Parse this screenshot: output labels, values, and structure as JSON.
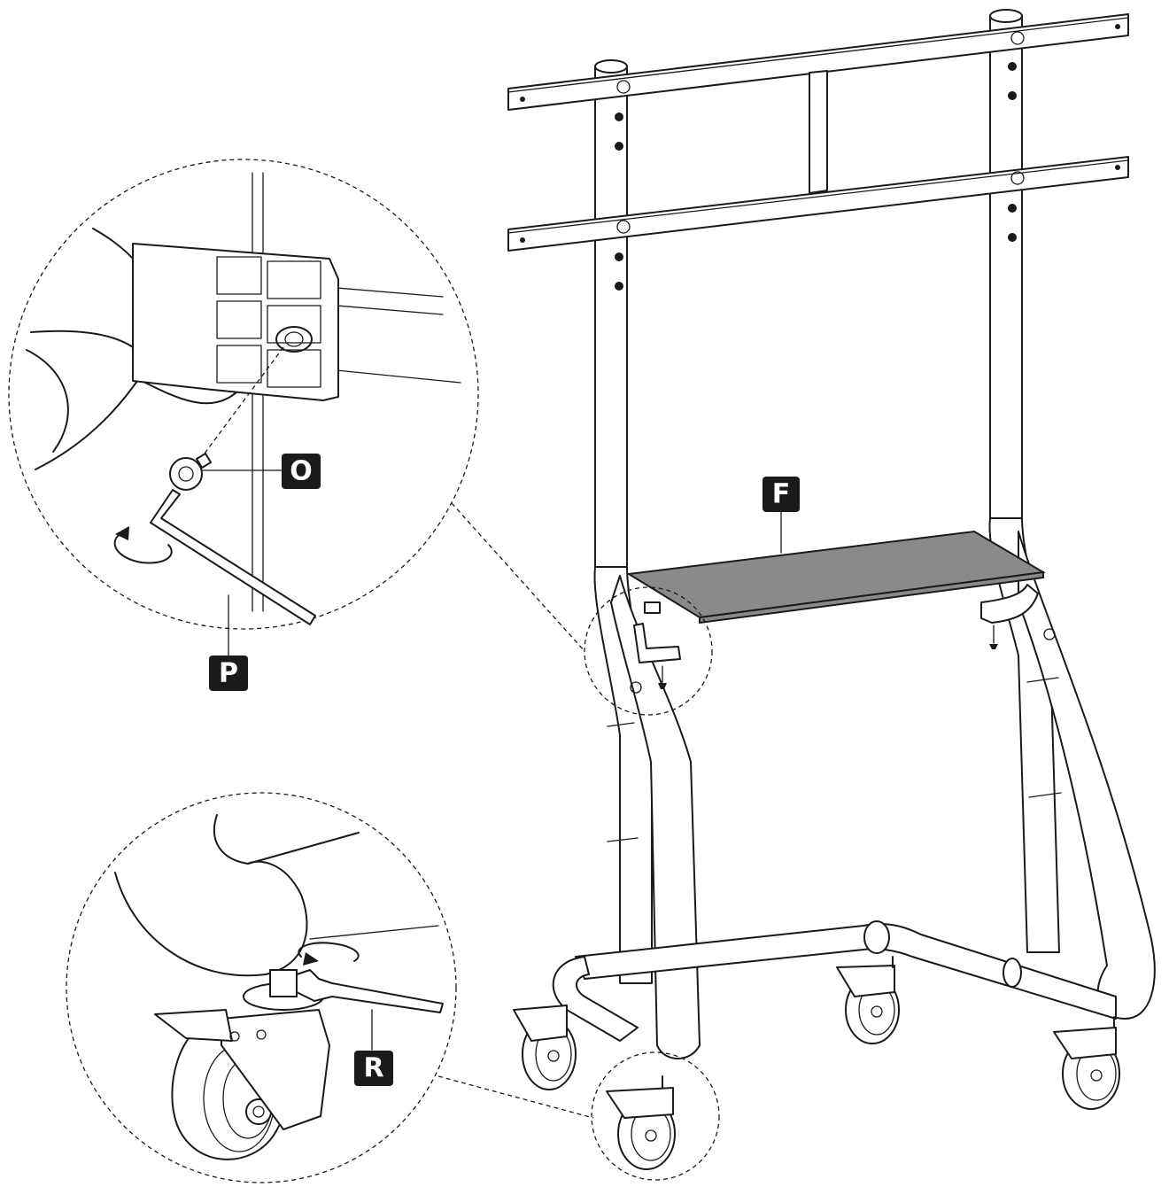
{
  "labels": {
    "O": "O",
    "P": "P",
    "F": "F",
    "R": "R"
  },
  "colors": {
    "line": "#1a1a1a",
    "shelf": "#8a8a8a",
    "label_bg": "#1a1a1a",
    "label_text": "#ffffff"
  }
}
